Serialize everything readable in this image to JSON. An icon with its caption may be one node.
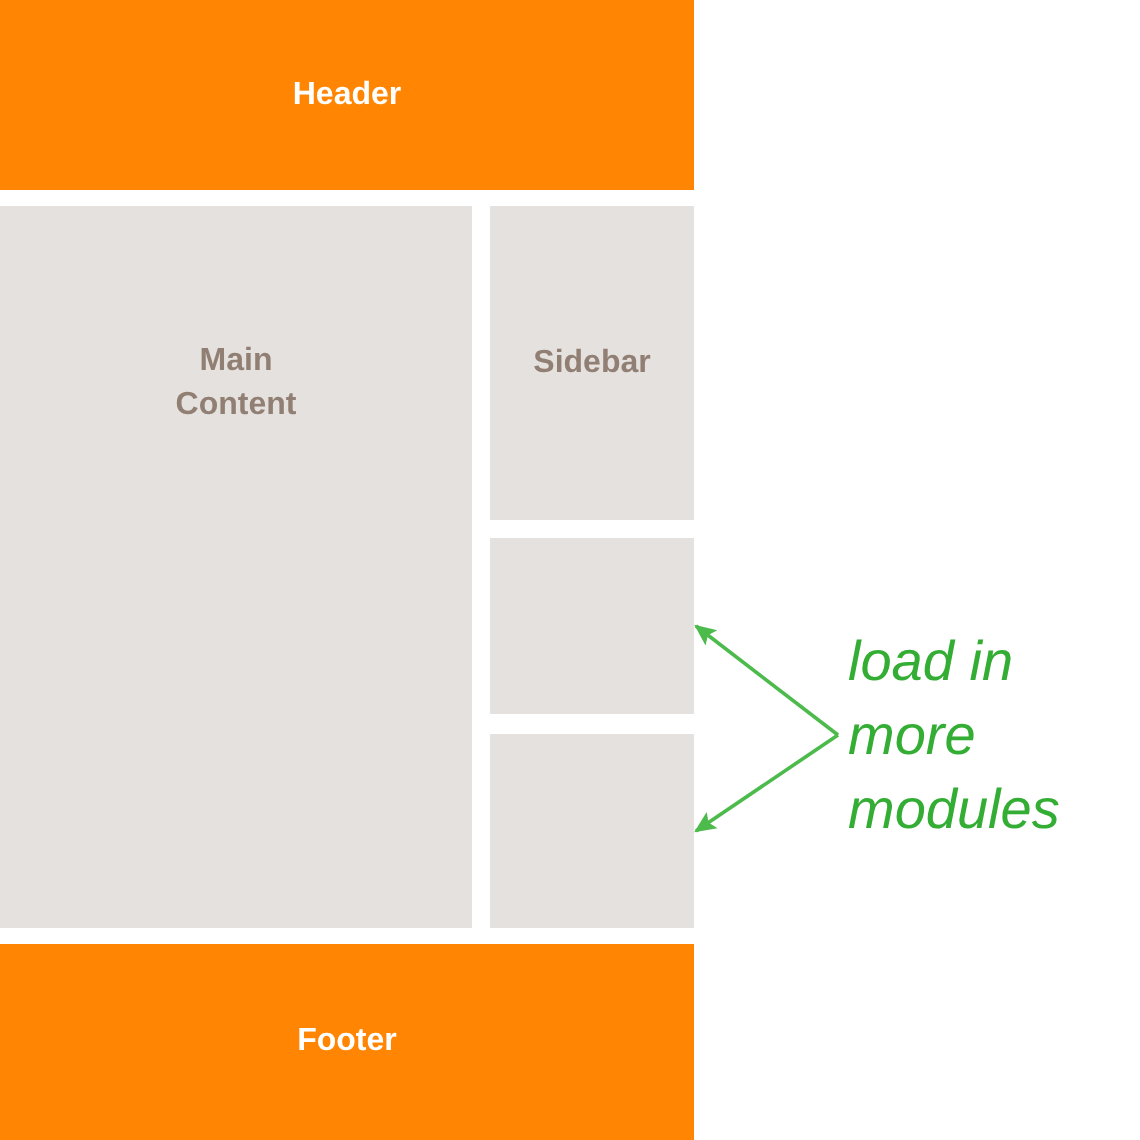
{
  "diagram": {
    "nodes": [
      {
        "text": [
          "Header"
        ]
      },
      {
        "text": [
          "Main Content"
        ]
      },
      {
        "text": [
          "Sidebar"
        ]
      },
      {
        "text": [],
        "shape": "box"
      },
      {
        "text": [],
        "shape": "box"
      },
      {
        "text": [
          "Footer"
        ]
      },
      {
        "text": [
          "load in more modules"
        ]
      }
    ],
    "edges": [
      {
        "from": 6,
        "to": 3,
        "arrow": "to"
      },
      {
        "from": 6,
        "to": 4,
        "arrow": "to"
      }
    ]
  }
}
